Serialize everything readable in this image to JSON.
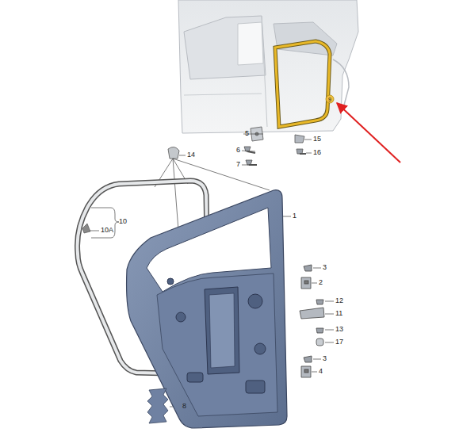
{
  "diagram": {
    "labels": [
      "9",
      "5",
      "15",
      "6",
      "16",
      "7",
      "14",
      "1",
      "10",
      "10A",
      "3",
      "2",
      "12",
      "11",
      "13",
      "17",
      "3",
      "4",
      "8"
    ]
  }
}
